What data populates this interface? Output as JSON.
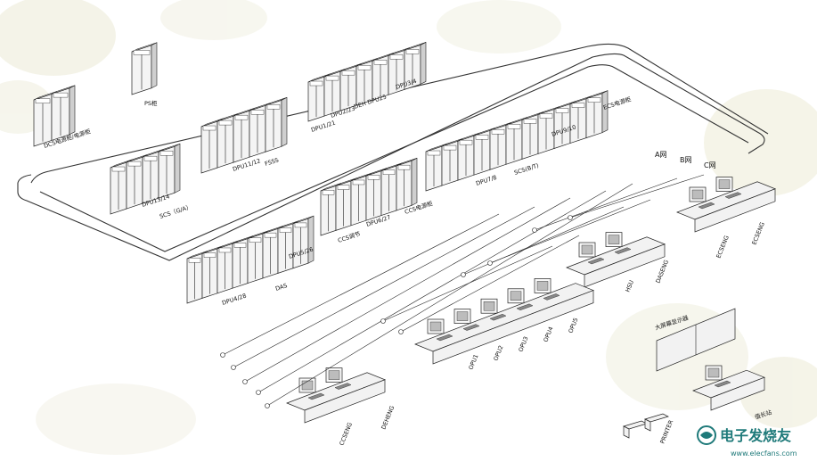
{
  "colors": {
    "background": "#ffffff",
    "ink": "#222222",
    "cabinet": "#f4f4f4",
    "desk": "#f2f2f2",
    "blossom": "#ecebd6",
    "watermark": "#1f7a7a"
  },
  "network": {
    "net_a": "A网",
    "net_b": "B网",
    "net_c": "C网"
  },
  "cabinets": {
    "ps_cabinet": "PS柜",
    "dcs_cabinet": "DCS电源柜/电源柜",
    "dpu_1_4": "DPU3/4",
    "dpu_2_3": "DPU2/23",
    "dpu_1_21": "DPU1/21",
    "dpu_24_25": "DEH DPU25",
    "dpu_11_12": "DPU11/12",
    "fsss": "FSSS",
    "dpu_13_14": "DPU13/14",
    "scs": "SCS（G/A）",
    "dpu_9_10": "DPU9/10",
    "ecs": "ECS电源柜",
    "dpu_7_8": "DPU7/8",
    "scs_2": "SCS(B/T)",
    "dpu_6_27": "DPU6/27",
    "ccs": "CCS电源柜",
    "ccs_2": "CCS调节",
    "dpu_5_26": "DPU5/26",
    "dpu_4_28": "DPU4/28",
    "das": "DAS"
  },
  "stations": {
    "ecseng": "ECSENG",
    "ecseng2": "ECSENG",
    "hsu": "HSU",
    "daseng": "DASENG",
    "opu1": "OPU1",
    "opu2": "OPU2",
    "opu3": "OPU3",
    "opu4": "OPU4",
    "opu5": "OPU5",
    "ccseng": "CCSENG",
    "deheng": "DEHENG",
    "large_screen": "大屏幕显示器",
    "printer": "PRINTER",
    "engineer": "值长站"
  },
  "watermark": {
    "text": "电子发烧友",
    "url": "www.elecfans.com"
  }
}
